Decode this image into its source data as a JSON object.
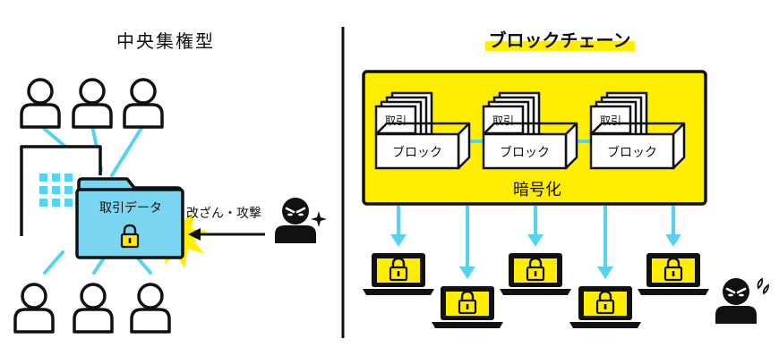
{
  "diagram": {
    "left_title": "中央集権型",
    "right_title": "ブロックチェーン",
    "folder_label": "取引データ",
    "attack_label": "改ざん・攻撃",
    "encryption_label": "暗号化",
    "blocks": [
      {
        "transaction_label": "取引",
        "block_label": "ブロック"
      },
      {
        "transaction_label": "取引",
        "block_label": "ブロック"
      },
      {
        "transaction_label": "取引",
        "block_label": "ブロック"
      }
    ],
    "colors": {
      "accent_yellow": "#ffee00",
      "connector_blue": "#56d3f0",
      "folder_blue": "#7ad6f0",
      "lock_yellow": "#ffee00",
      "outline": "#111111"
    },
    "icons": [
      "person-icon",
      "building-icon",
      "folder-icon",
      "lock-icon",
      "hacker-icon",
      "laptop-icon",
      "block-box-icon"
    ]
  }
}
